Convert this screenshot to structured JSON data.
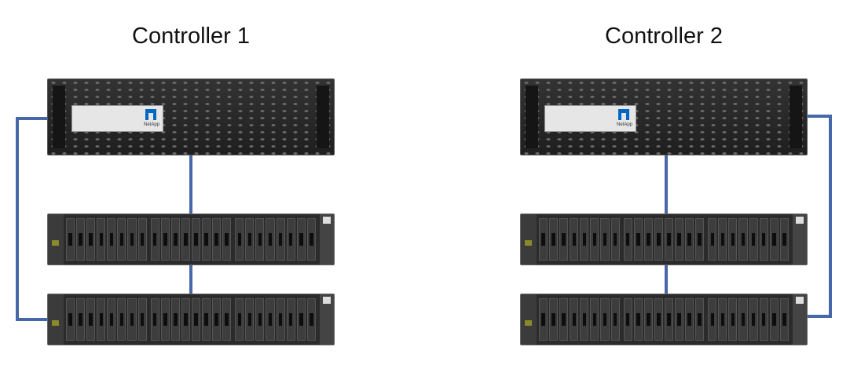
{
  "titles": [
    "Controller 1",
    "Controller 2"
  ],
  "logo_text": "NetApp",
  "link_color": "#4668a8",
  "drives_per_shelf": 24
}
